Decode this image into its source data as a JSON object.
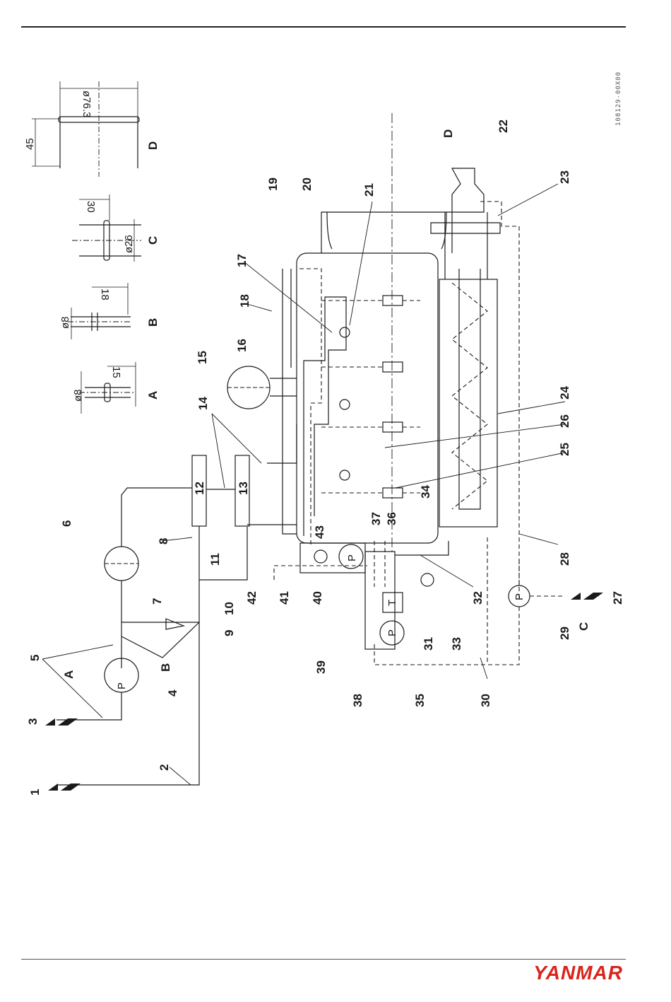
{
  "diagram": {
    "doc_code": "108129-00X00",
    "callouts": [
      "1",
      "2",
      "3",
      "4",
      "5",
      "6",
      "7",
      "8",
      "9",
      "10",
      "11",
      "12",
      "13",
      "14",
      "15",
      "16",
      "17",
      "18",
      "19",
      "20",
      "21",
      "22",
      "23",
      "24",
      "25",
      "26",
      "27",
      "28",
      "29",
      "30",
      "31",
      "32",
      "33",
      "34",
      "35",
      "36",
      "37",
      "38",
      "39",
      "40",
      "41",
      "42",
      "43"
    ],
    "section_letters": {
      "a": "A",
      "b": "B",
      "c": "C",
      "d": "D"
    },
    "dimensions": {
      "a_dia": "ø8",
      "a_len": "15",
      "b_dia": "ø8",
      "b_len": "18",
      "c_dia": "ø26",
      "c_len": "30",
      "d_dia": "ø76.3",
      "d_len": "45"
    },
    "pump_label": "P",
    "tank_label": "T"
  },
  "footer": {
    "brand": "YANMAR"
  },
  "colors": {
    "brand_red": "#d9241c",
    "line": "#1a1a1a"
  }
}
